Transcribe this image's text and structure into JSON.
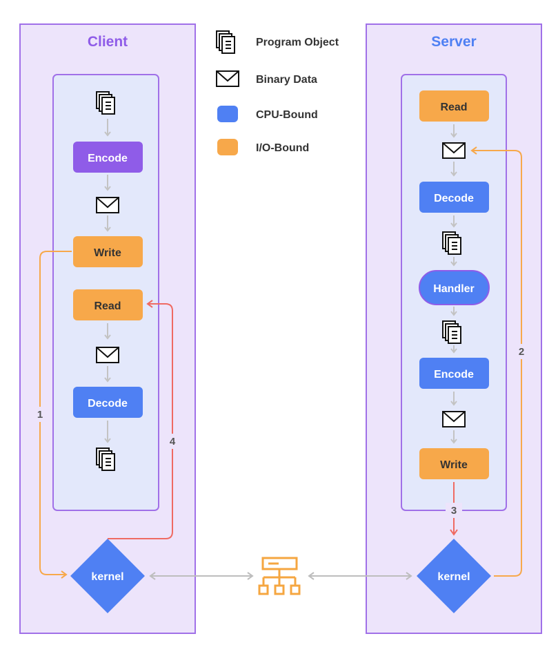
{
  "client": {
    "title": "Client",
    "nodes": {
      "encode": "Encode",
      "write": "Write",
      "read": "Read",
      "decode": "Decode",
      "kernel": "kernel"
    }
  },
  "server": {
    "title": "Server",
    "nodes": {
      "read": "Read",
      "decode": "Decode",
      "handler": "Handler",
      "encode": "Encode",
      "write": "Write",
      "kernel": "kernel"
    }
  },
  "legend": {
    "program_object": "Program Object",
    "binary_data": "Binary Data",
    "cpu_bound": "CPU-Bound",
    "io_bound": "I/O-Bound"
  },
  "edges": {
    "step1": "1",
    "step2": "2",
    "step3": "3",
    "step4": "4"
  },
  "colors": {
    "panel_border": "#a070e8",
    "panel_fill": "#ede4fb",
    "inner_fill": "#e3e8fb",
    "cpu_bound": "#4f80f3",
    "io_bound": "#f7a84a",
    "encode_purple": "#8f5ce8",
    "orange_line": "#f7a84a",
    "red_line": "#ef6a62",
    "gray_arrow": "#c3c3c3",
    "network_icon": "#f5a640"
  }
}
